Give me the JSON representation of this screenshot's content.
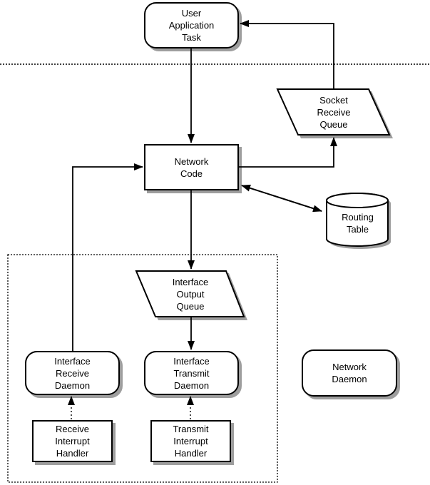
{
  "diagram": {
    "title": "",
    "colors": {
      "line": "#000000",
      "node_fill": "#ffffff",
      "shadow": "#9e9e9e",
      "background": "#ffffff",
      "text": "#000000"
    },
    "nodes": {
      "user_application_task": {
        "label": "User\nApplication\nTask",
        "shape": "rounded-rect"
      },
      "socket_receive_queue": {
        "label": "Socket\nReceive\nQueue",
        "shape": "parallelogram"
      },
      "network_code": {
        "label": "Network\nCode",
        "shape": "rect"
      },
      "routing_table": {
        "label": "Routing\nTable",
        "shape": "cylinder"
      },
      "interface_output_queue": {
        "label": "Interface\nOutput\nQueue",
        "shape": "parallelogram"
      },
      "interface_receive_daemon": {
        "label": "Interface\nReceive\nDaemon",
        "shape": "rounded-rect"
      },
      "interface_transmit_daemon": {
        "label": "Interface\nTransmit\nDaemon",
        "shape": "rounded-rect"
      },
      "network_daemon": {
        "label": "Network\nDaemon",
        "shape": "rounded-rect"
      },
      "receive_interrupt_handler": {
        "label": "Receive\nInterrupt\nHandler",
        "shape": "rect"
      },
      "transmit_interrupt_handler": {
        "label": "Transmit\nInterrupt\nHandler",
        "shape": "rect"
      }
    },
    "edges": [
      {
        "from": "user_application_task",
        "to": "network_code",
        "style": "solid"
      },
      {
        "from": "network_code",
        "to": "socket_receive_queue",
        "style": "solid"
      },
      {
        "from": "socket_receive_queue",
        "to": "user_application_task",
        "style": "solid"
      },
      {
        "from": "interface_receive_daemon",
        "to": "network_code",
        "style": "solid"
      },
      {
        "from": "network_code",
        "to": "routing_table",
        "style": "bidirectional"
      },
      {
        "from": "network_code",
        "to": "interface_output_queue",
        "style": "solid"
      },
      {
        "from": "interface_output_queue",
        "to": "interface_transmit_daemon",
        "style": "solid"
      },
      {
        "from": "receive_interrupt_handler",
        "to": "interface_receive_daemon",
        "style": "dotted"
      },
      {
        "from": "transmit_interrupt_handler",
        "to": "interface_transmit_daemon",
        "style": "dotted"
      }
    ],
    "regions": {
      "separator": "user-space / kernel dotted divider",
      "boundary_box": "kernel interface dotted boundary"
    }
  }
}
